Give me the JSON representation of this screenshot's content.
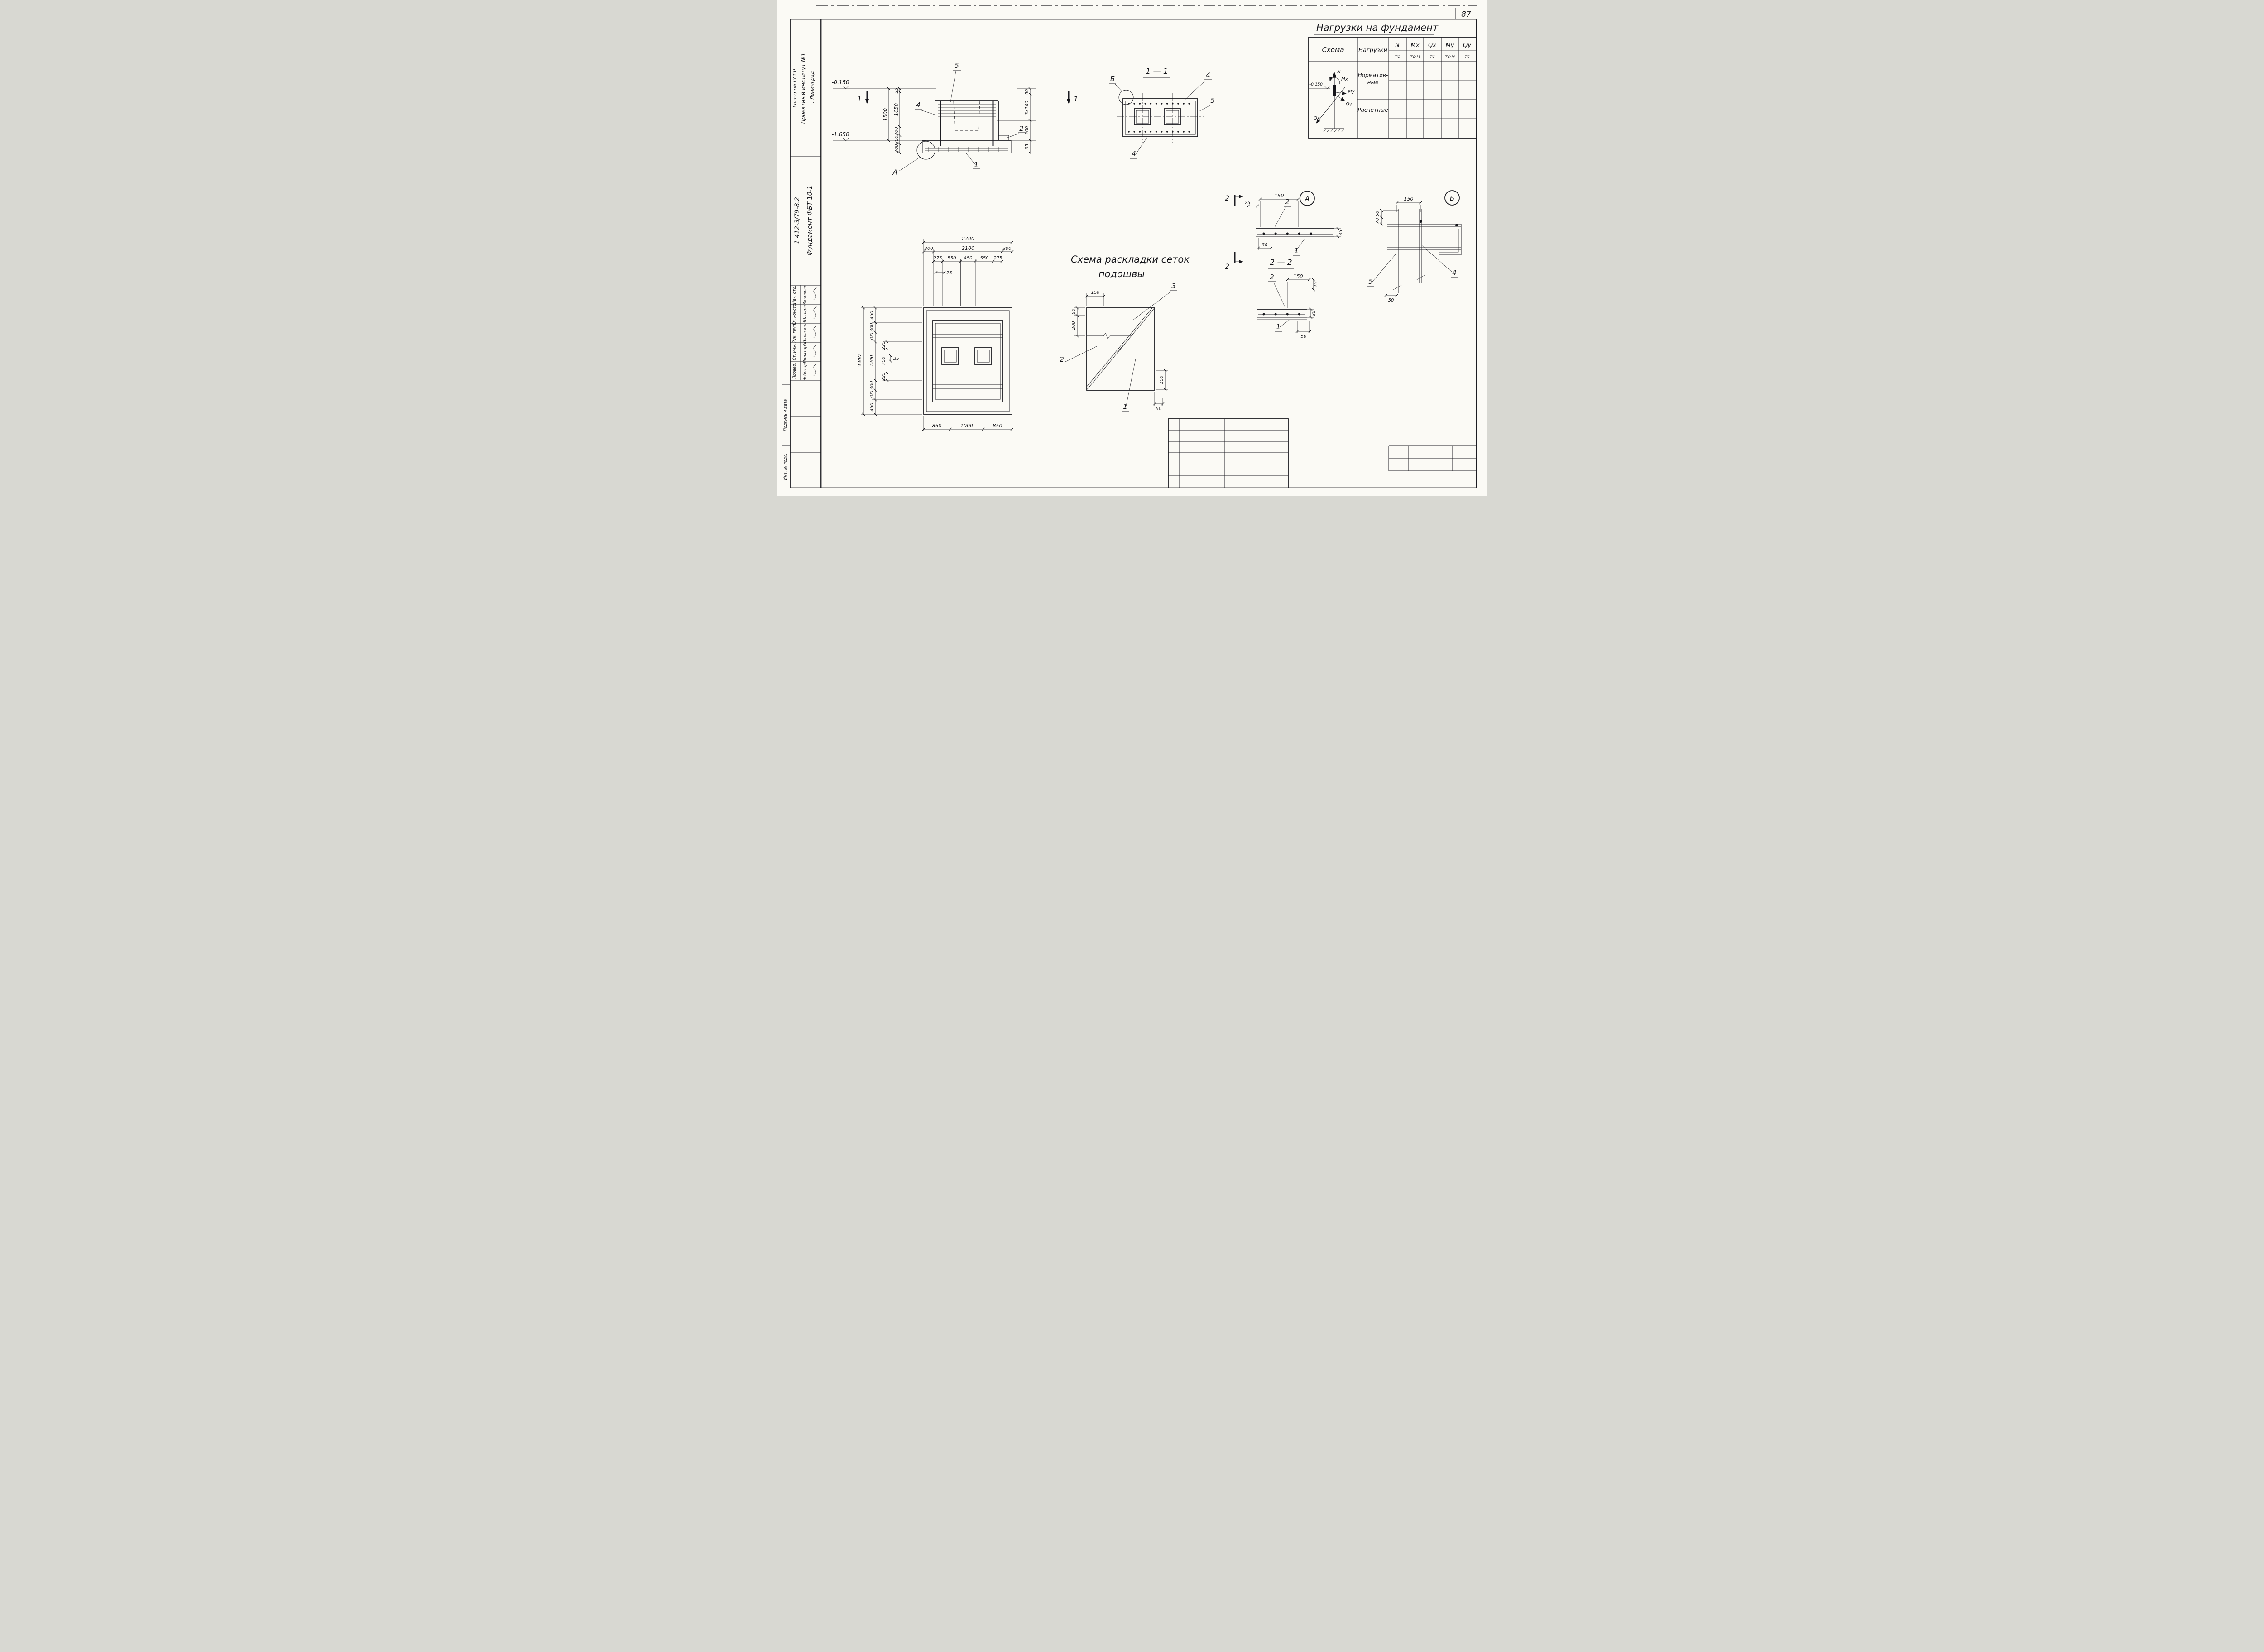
{
  "page": {
    "number": "87"
  },
  "side": {
    "org1": "Госстрой СССР",
    "org2": "Проектный институт №1",
    "org3": "г. Ленинград",
    "series": "1.412-3/79-8.2",
    "subject": "Фундамент ФБТ 10-1",
    "sig_roles": [
      "Нач. отд.",
      "Гл. констр.",
      "Рук. груп.",
      "Ст. инж.",
      "Провер."
    ],
    "sig_names": [
      "Зиновьев",
      "Шапиро",
      "Палагина",
      "Полаторба",
      "Чеботарь"
    ],
    "field1": "Подпись и дата",
    "field2": "Инв. № подл."
  },
  "load_table": {
    "title": "Нагрузки на фундамент",
    "schema": "Схема",
    "loads": "Нагрузки",
    "syms": [
      "N",
      "Mх",
      "Qх",
      "Mу",
      "Qу"
    ],
    "units": [
      "тс",
      "тс·м",
      "тс",
      "тс·м",
      "тс"
    ],
    "row_norm_1": "Норматив-",
    "row_norm_2": "ные",
    "row_calc": "Расчетные",
    "sk_n": "N",
    "sk_mx": "Mх",
    "sk_my": "Mу",
    "sk_qx": "Qх",
    "sk_qy": "Qу",
    "sk_elev": "-0.150"
  },
  "elev": {
    "cut": "1",
    "mark_top": "-0.150",
    "mark_bot": "-1.650",
    "total": "1500",
    "left_dims": [
      "25",
      "1050",
      "300",
      "300",
      "300"
    ],
    "right_dims": [
      "50",
      "3х100",
      "200",
      "35"
    ],
    "c5": "5",
    "c4": "4",
    "c2": "2",
    "c1": "1",
    "detail": "А"
  },
  "sec11": {
    "title": "1 — 1",
    "b": "Б",
    "c4t": "4",
    "c5": "5",
    "c4b": "4"
  },
  "da": {
    "cut": "2",
    "ref": "А",
    "d150": "150",
    "d25": "25",
    "c2": "2",
    "d35": "35",
    "d50": "50",
    "c1": "1"
  },
  "s22": {
    "title": "2 — 2",
    "c2": "2",
    "d150": "150",
    "d25": "25",
    "d35": "35",
    "c1": "1",
    "d50": "50"
  },
  "db": {
    "ref": "Б",
    "d150": "150",
    "d50l": "50",
    "d70": "70",
    "c5": "5",
    "c4": "4",
    "d50b": "50"
  },
  "plan": {
    "w_total": "2700",
    "w1": [
      "300",
      "2100",
      "300"
    ],
    "w2": [
      "275",
      "550",
      "450",
      "550",
      "275"
    ],
    "d25t": "25",
    "h_total": "3300",
    "h1": [
      "450",
      "300",
      "300",
      "1200",
      "300",
      "300",
      "450"
    ],
    "h2": [
      "225",
      "750",
      "225"
    ],
    "d25l": "25",
    "bottom": [
      "850",
      "1000",
      "850"
    ]
  },
  "mesh": {
    "title1": "Схема раскладки сеток",
    "title2": "подошвы",
    "c1": "1",
    "c2": "2",
    "c3": "3",
    "d150t": "150",
    "d50l": "50",
    "d200": "200",
    "d150r": "150",
    "d50b": "50"
  }
}
